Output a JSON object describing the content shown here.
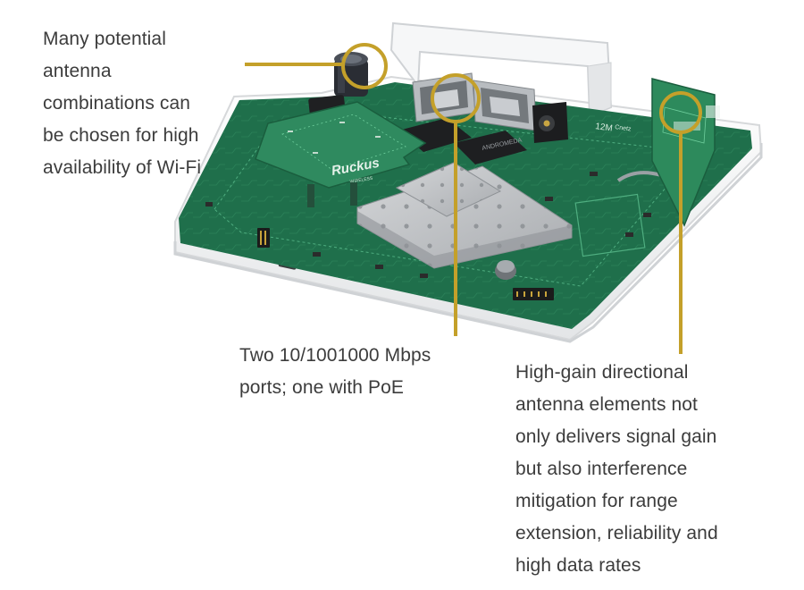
{
  "callouts": {
    "antenna": {
      "lines": [
        "Many potential",
        "antenna",
        "combinations can",
        "be chosen for high",
        "availability of Wi-Fi"
      ]
    },
    "ports": {
      "lines": [
        "Two 10/1001000 Mbps",
        "ports;  one with PoE"
      ]
    },
    "directional": {
      "lines": [
        "High-gain directional",
        "antenna elements not",
        "only delivers signal gain",
        "but also interference",
        "mitigation for range",
        "extension, reliability and",
        "high data rates"
      ]
    }
  },
  "board": {
    "brand_logo": "Ruckus",
    "brand_sub": "WIRELESS",
    "chip_label": "12M",
    "chip_label_2": "Cnetz"
  },
  "colors": {
    "callout_gold": "#c4a02a",
    "pcb_green": "#1f6f4b",
    "pcb_green_light": "#2f8a5f",
    "case_white": "#f2f3f4",
    "shield_gray": "#b9bcbf",
    "text": "#3c3c3c"
  }
}
